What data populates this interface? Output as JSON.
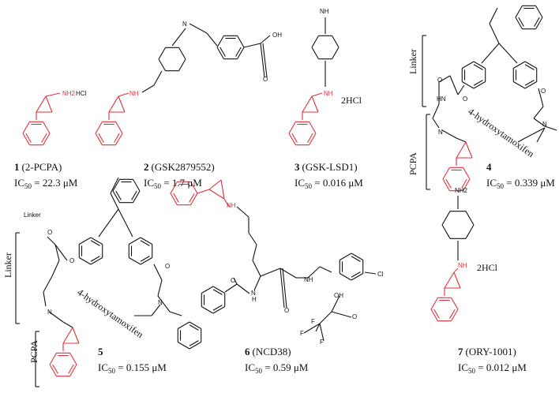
{
  "colors": {
    "pcpa": "#e0303a",
    "bond": "#111111"
  },
  "compounds": [
    {
      "number": "1",
      "name": "(2-PCPA)",
      "ic50_prefix": "IC",
      "ic50_sub": "50",
      "ic50_value": " = 22.3 μM",
      "salt": "HCl",
      "amine": "NH2"
    },
    {
      "number": "2",
      "name": "(GSK2879552)",
      "ic50_prefix": "IC",
      "ic50_sub": "50",
      "ic50_value": " = 1.7 μM",
      "n": "N",
      "nh": "NH",
      "oh": "OH",
      "o": "O"
    },
    {
      "number": "3",
      "name": "(GSK-LSD1)",
      "ic50_prefix": "IC",
      "ic50_sub": "50",
      "ic50_value": " = 0.016 μM",
      "salt": "2HCl",
      "nh": "NH",
      "nh_top": "NH"
    },
    {
      "number": "4",
      "name": "",
      "ic50_prefix": "IC",
      "ic50_sub": "50",
      "ic50_value": " = 0.339 μM",
      "linker": "Linker",
      "pcpa": "PCPA",
      "arc": "4-hydroxytamoxifen",
      "hn": "HN",
      "o": "O",
      "n": "N"
    },
    {
      "number": "5",
      "name": "",
      "ic50_prefix": "IC",
      "ic50_sub": "50",
      "ic50_value": " = 0.155 μM",
      "linker_top": "Linker",
      "linker": "Linker",
      "pcpa": "PCPA",
      "arc": "4-hydroxytamoxifen",
      "o": "O",
      "n": "N"
    },
    {
      "number": "6",
      "name": "(NCD38)",
      "ic50_prefix": "IC",
      "ic50_sub": "50",
      "ic50_value": " = 0.59 μM",
      "nh": "NH",
      "n_h": "N",
      "h": "H",
      "cl": "Cl",
      "o": "O",
      "oh": "OH",
      "f": "F"
    },
    {
      "number": "7",
      "name": "(ORY-1001)",
      "ic50_prefix": "IC",
      "ic50_sub": "50",
      "ic50_value": " = 0.012 μM",
      "salt": "2HCl",
      "nh": "NH",
      "amine": "NH2"
    }
  ]
}
